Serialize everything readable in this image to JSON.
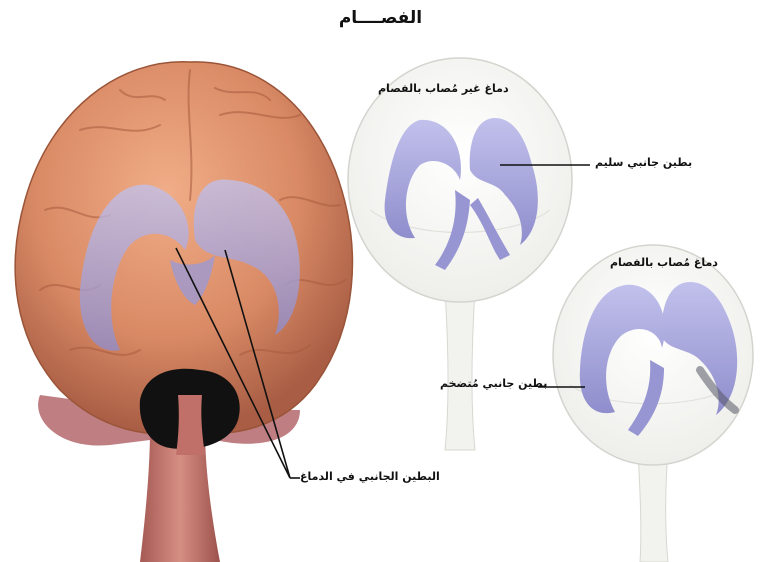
{
  "title": "الفصــــام",
  "labels": {
    "healthy_brain": "دماغ غير مُصاب بالفصام",
    "healthy_ventricle": "بطين جانبي سليم",
    "affected_brain": "دماغ مُصاب بالفصام",
    "enlarged_ventricle": "بطين جانبي مُتضخم",
    "main_ventricle": "البطين الجانبي في الدماغ"
  },
  "colors": {
    "brain": "#d98a65",
    "ventricle": "#a9a8dc",
    "stem": "#c0736a",
    "cerebellum_dark": "#111111"
  }
}
